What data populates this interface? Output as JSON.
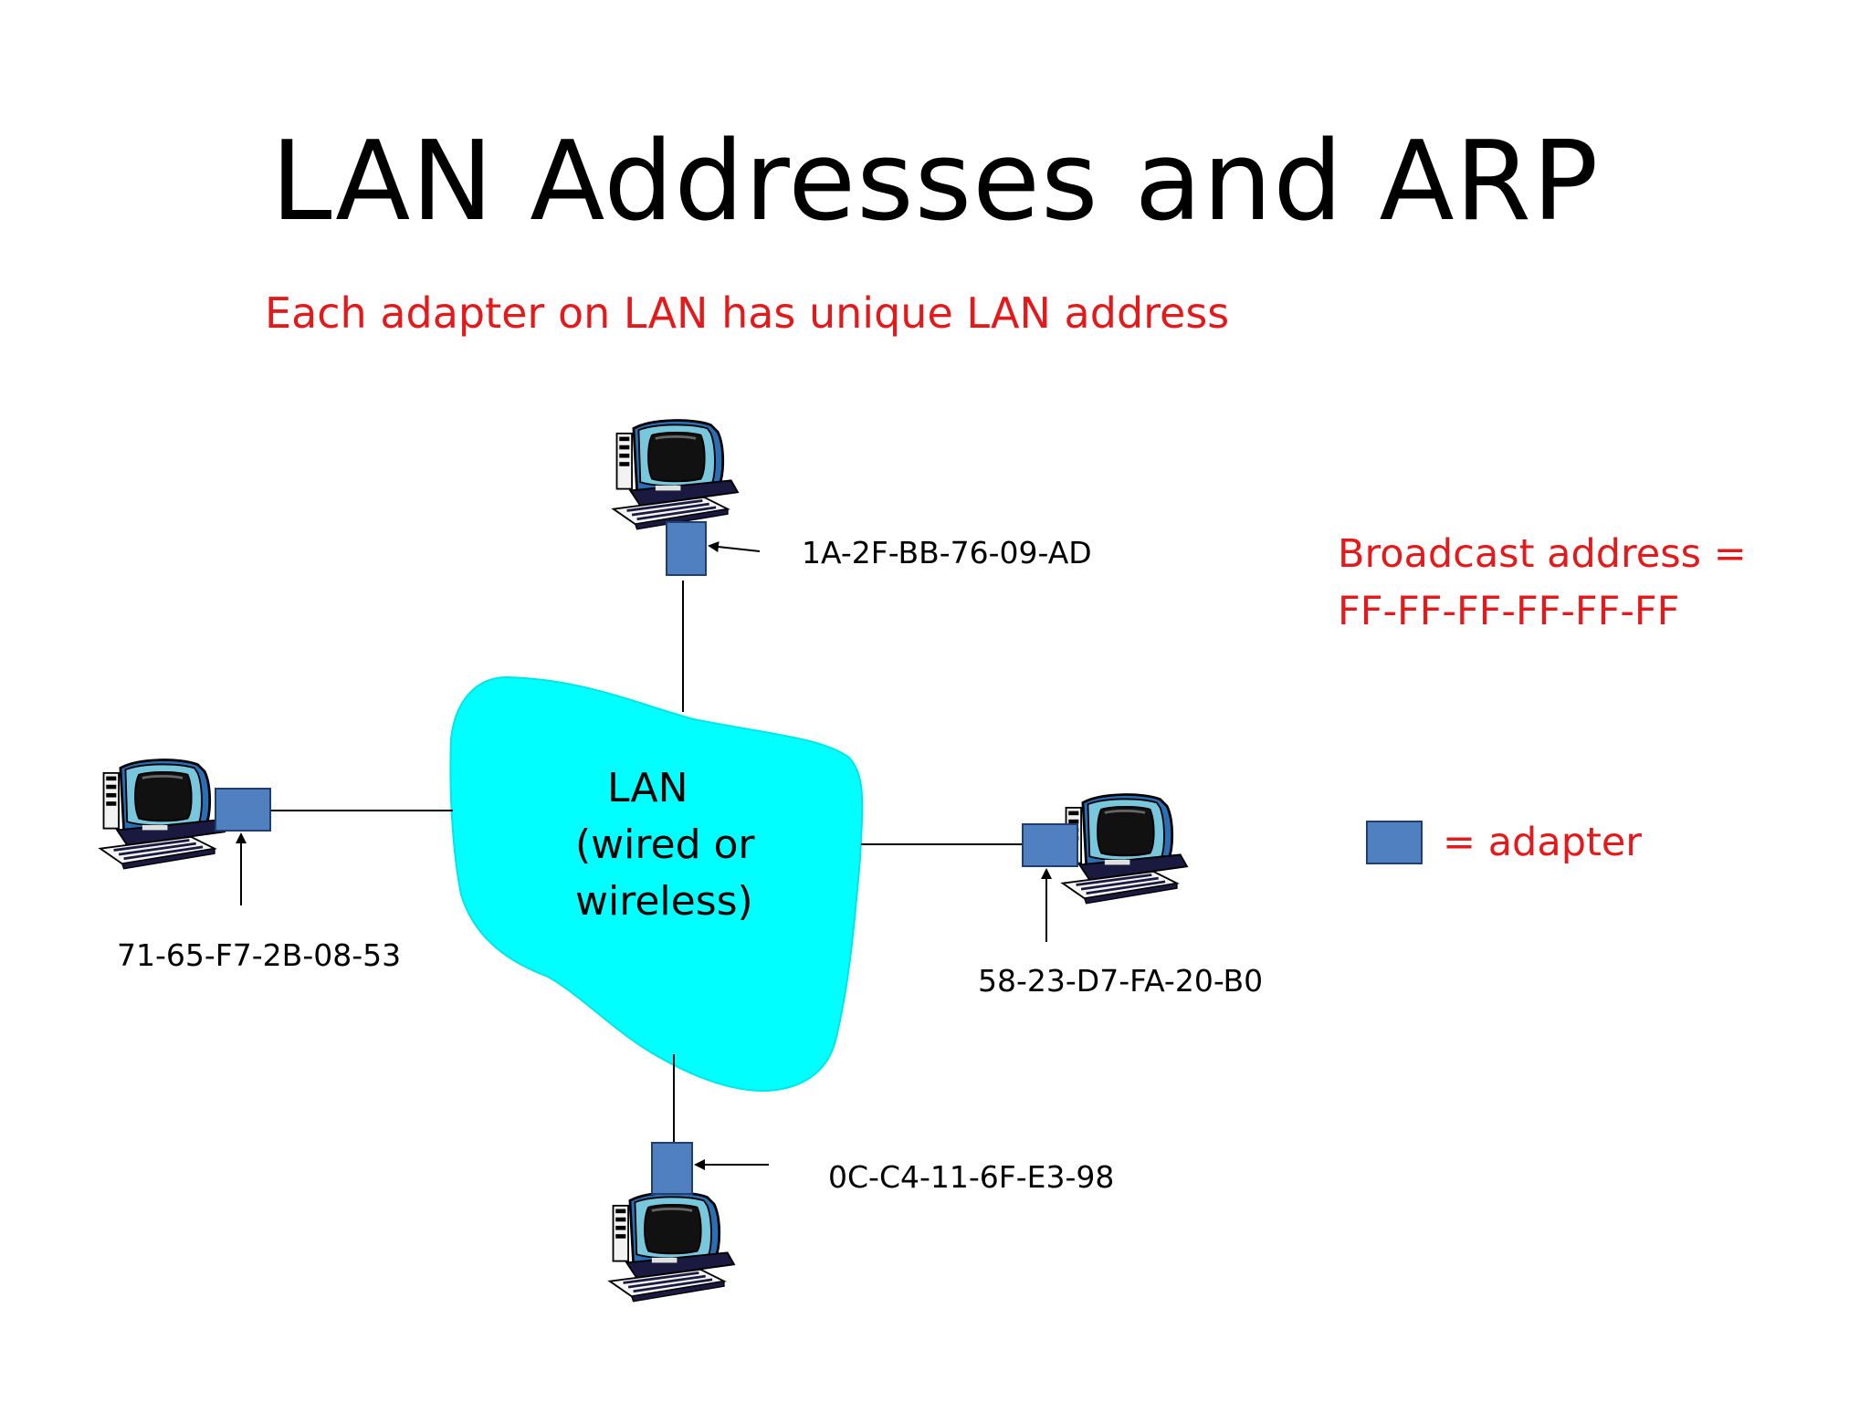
{
  "slide": {
    "title": "LAN Addresses and ARP",
    "subtitle": "Each adapter on LAN has unique LAN address"
  },
  "lan": {
    "line1": "LAN",
    "line2": "(wired or",
    "line3": "wireless)",
    "fill_color": "#00ffff"
  },
  "addresses": {
    "top": "1A-2F-BB-76-09-AD",
    "left": "71-65-F7-2B-08-53",
    "right": "58-23-D7-FA-20-B0",
    "bottom": "0C-C4-11-6F-E3-98"
  },
  "broadcast": {
    "line1": "Broadcast address =",
    "line2": "FF-FF-FF-FF-FF-FF"
  },
  "legend": {
    "label": "= adapter",
    "adapter_color": "#5080c0"
  },
  "colors": {
    "accent_red": "#e31a1c",
    "host_icon": "host-computer-icon"
  }
}
